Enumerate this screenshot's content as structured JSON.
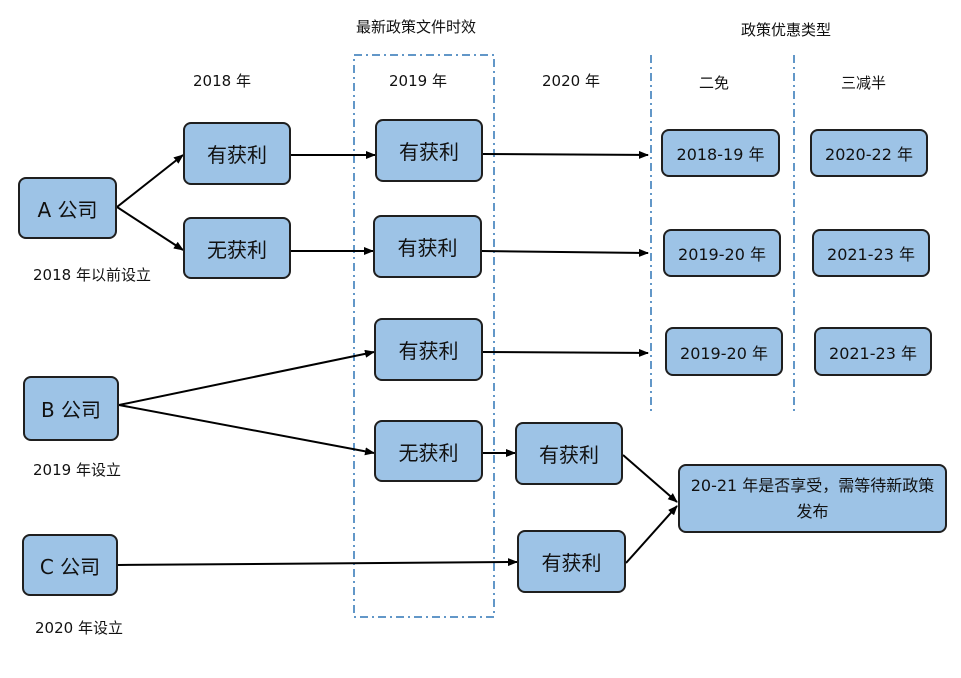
{
  "headers": {
    "latest_policy": "最新政策文件时效",
    "policy_type": "政策优惠类型",
    "year_2018": "2018 年",
    "year_2019": "2019 年",
    "year_2020": "2020 年",
    "exempt_two": "二免",
    "halve_three": "三减半"
  },
  "companies": {
    "a": {
      "name": "A 公司",
      "note": "2018 年以前设立"
    },
    "b": {
      "name": "B 公司",
      "note": "2019 年设立"
    },
    "c": {
      "name": "C 公司",
      "note": "2020 年设立"
    }
  },
  "states": {
    "a_2018_profit": "有获利",
    "a_2018_noprofit": "无获利",
    "a_2019_top": "有获利",
    "a_2019_second": "有获利",
    "b_2019_profit": "有获利",
    "b_2019_noprofit": "无获利",
    "b_2020_profit": "有获利",
    "c_2020_profit": "有获利"
  },
  "benefits": {
    "row1_exempt": "2018-19 年",
    "row1_halve": "2020-22 年",
    "row2_exempt": "2019-20 年",
    "row2_halve": "2021-23 年",
    "row3_exempt": "2019-20 年",
    "row3_halve": "2021-23 年"
  },
  "pending_note": "20-21 年是否享受，需等待新政策发布"
}
